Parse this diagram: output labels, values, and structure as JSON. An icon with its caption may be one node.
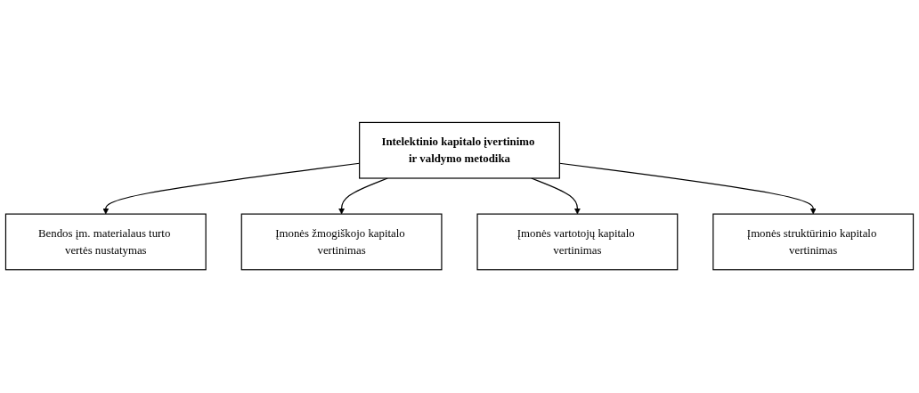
{
  "diagram": {
    "nodes": [
      {
        "text": [
          "Bendos įm. materialaus turto vertės nustatymas"
        ]
      },
      {
        "text": [
          "Įmonės žmogiškojo kapitalo vertinimas"
        ]
      },
      {
        "text": [
          "Intelektinio kapitalo įvertinimo ir valdymo metodika"
        ]
      },
      {
        "text": [
          "Įmonės vartotojų kapitalo vertinimas"
        ]
      },
      {
        "text": [
          "Įmonės struktūrinio kapitalo vertinimas"
        ]
      }
    ],
    "edges": [
      {
        "from": 2,
        "to": 0,
        "arrow": "to"
      },
      {
        "from": 2,
        "to": 1,
        "arrow": "to"
      },
      {
        "from": 2,
        "to": 3,
        "arrow": "to"
      },
      {
        "from": 2,
        "to": 4,
        "arrow": "to"
      }
    ]
  }
}
